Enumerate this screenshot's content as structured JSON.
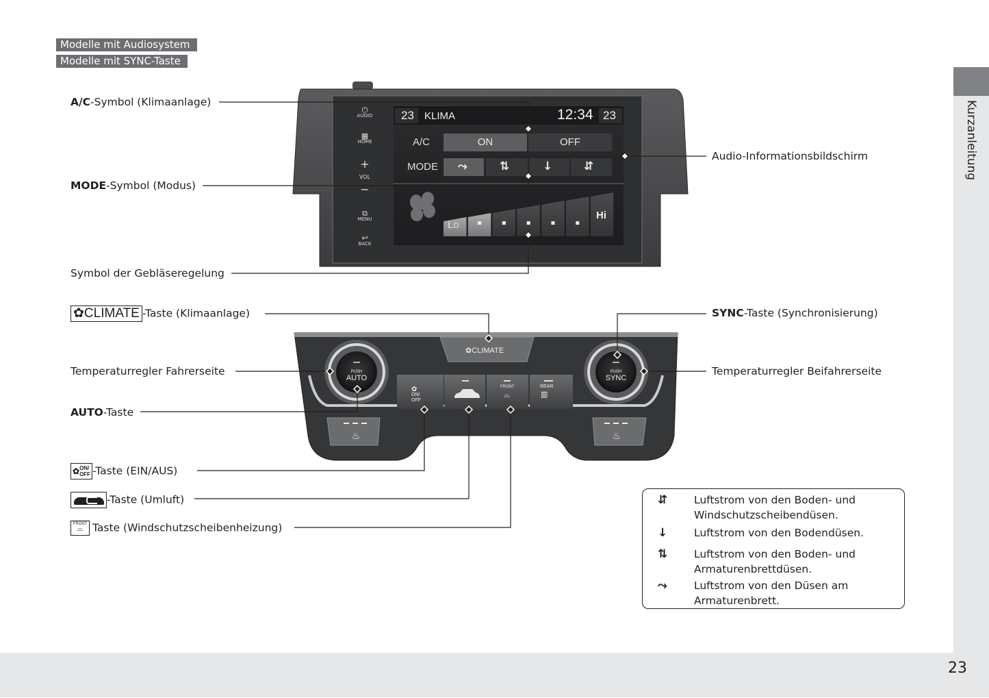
{
  "header_tags": [
    "Modelle mit Audiosystem",
    "Modelle mit SYNC-Taste"
  ],
  "side_tab": {
    "label": "Kurzanleitung"
  },
  "page_number": "23",
  "callouts": {
    "ac_symbol": {
      "bold": "A/C",
      "rest": "-Symbol (Klimaanlage)"
    },
    "mode_symbol": {
      "bold": "MODE",
      "rest": "-Symbol (Modus)"
    },
    "fan_symbol": {
      "text": "Symbol der Gebläseregelung"
    },
    "audio_screen": {
      "text": "Audio-Informationsbildschirm"
    },
    "climate_button": {
      "icon_label": "CLIMATE",
      "rest": "-Taste (Klimaanlage)"
    },
    "temp_driver": {
      "text": "Temperaturregler Fahrerseite"
    },
    "auto_button": {
      "bold": "AUTO",
      "rest": "-Taste"
    },
    "sync_button": {
      "bold": "SYNC",
      "rest": "-Taste (Synchronisierung)"
    },
    "temp_passenger": {
      "text": "Temperaturregler Beifahrerseite"
    },
    "onoff_button": {
      "icon_top": "ON/",
      "icon_bottom": "OFF",
      "rest": "-Taste (EIN/AUS)"
    },
    "recirc_button": {
      "rest": "-Taste (Umluft)"
    },
    "defrost_button": {
      "icon_label": "FRONT",
      "rest": "Taste (Windschutzscheibenheizung)"
    }
  },
  "screen": {
    "left_buttons": [
      "AUDIO",
      "HOME",
      "+",
      "VOL",
      "−",
      "MENU",
      "BACK"
    ],
    "temp_left": "23",
    "title": "KLIMA",
    "clock": "12:34",
    "temp_right": "23",
    "ac_label": "A/C",
    "ac_on": "ON",
    "ac_off": "OFF",
    "ac_state": "ON",
    "mode_label": "MODE",
    "mode_selected_index": 0,
    "fan_low": "Lo",
    "fan_high": "Hi",
    "fan_levels_total": 7,
    "fan_level_active": 2
  },
  "panel": {
    "climate": "CLIMATE",
    "auto_push": "PUSH",
    "auto": "AUTO",
    "sync_push": "PUSH",
    "sync": "SYNC",
    "onoff_top": "ON/",
    "onoff_bottom": "OFF",
    "front": "FRONT",
    "rear": "REAR"
  },
  "legend": [
    {
      "icon": "floor-windshield-airflow-icon",
      "text": "Luftstrom von den Boden- und\nWindschutzscheibendüsen."
    },
    {
      "icon": "floor-airflow-icon",
      "text": "Luftstrom von den Bodendüsen."
    },
    {
      "icon": "floor-dashboard-airflow-icon",
      "text": "Luftstrom von den Boden- und\nArmaturenbrettdüsen."
    },
    {
      "icon": "dashboard-airflow-icon",
      "text": "Luftstrom von den Düsen am\nArmaturenbrett."
    }
  ]
}
